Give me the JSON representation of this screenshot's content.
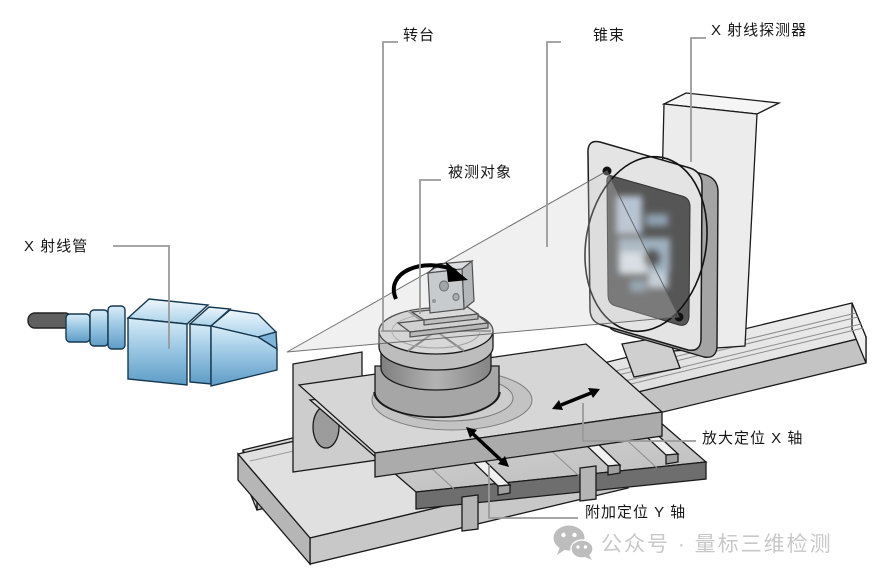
{
  "diagram": {
    "labels": {
      "turntable": "转台",
      "cone_beam": "锥束",
      "xray_detector": "X 射线探测器",
      "measured_object": "被测对象",
      "xray_tube": "X 射线管",
      "magnification_x_axis": "放大定位 X 轴",
      "additional_y_axis": "附加定位 Y 轴"
    },
    "colors": {
      "tube_blue": "#8fc0de",
      "machine_gray": "#d6d6d6",
      "screen_dark": "#565656",
      "outline": "#1a1a1a",
      "leader_line": "#9a9a9a",
      "beam_fill": "rgba(205,205,205,0.30)"
    },
    "icons": [
      "rotation-arrow-icon",
      "x-axis-arrow-icon",
      "y-axis-arrow-icon",
      "wechat-icon"
    ]
  },
  "watermark": {
    "text": "公众号 · 量标三维检测",
    "color": "#c8c8c8"
  }
}
